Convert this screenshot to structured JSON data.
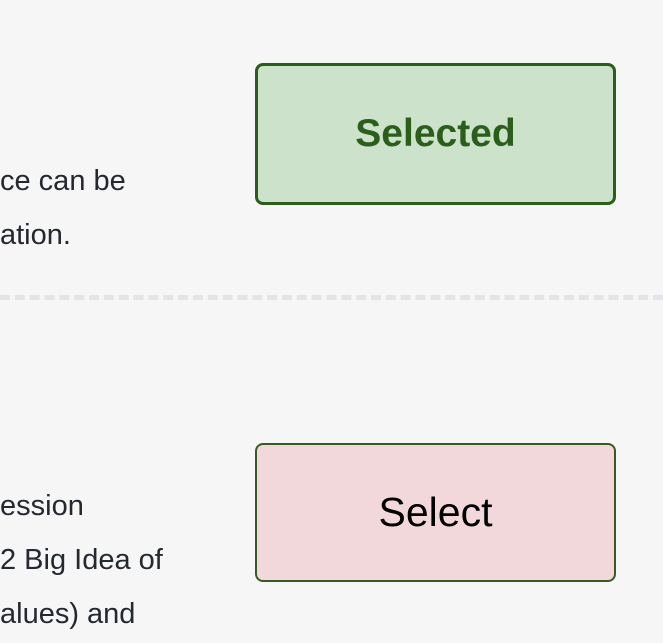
{
  "item_1": {
    "description_lines": [
      "ce can be",
      "ation."
    ],
    "button_label": "Selected",
    "button_state": "selected",
    "button_color": "#cce2ca",
    "button_border_color": "#2b5e1a"
  },
  "item_2": {
    "description_lines": [
      "ession",
      "2 Big Idea of",
      "alues) and"
    ],
    "button_label": "Select",
    "button_state": "unselected",
    "button_color": "#f3d8db",
    "button_border_color": "#3a5a22"
  },
  "colors": {
    "background": "#f6f6f7",
    "divider": "#e3e4e7",
    "text": "#24292f"
  }
}
